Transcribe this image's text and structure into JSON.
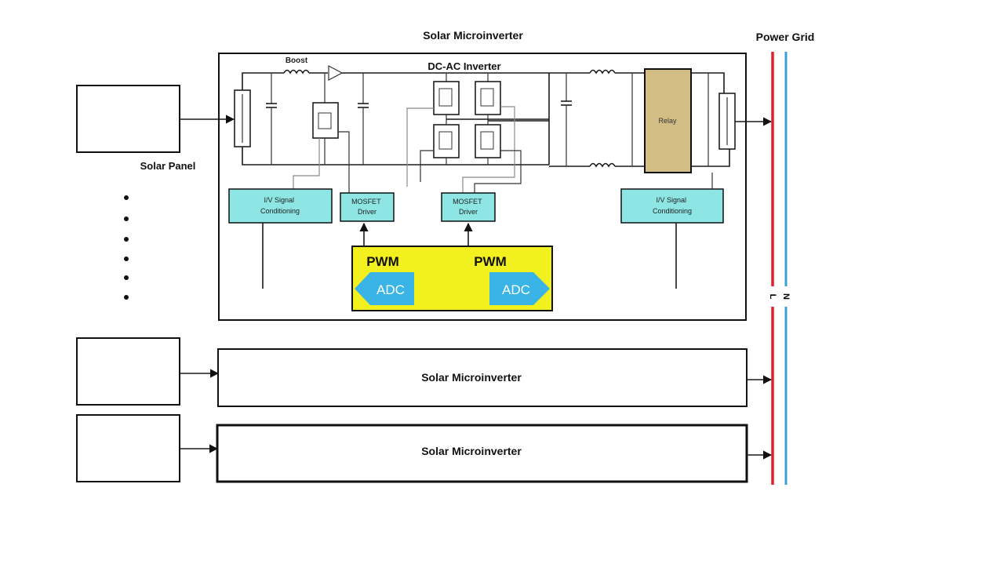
{
  "title": "Solar Microinverter",
  "grid": {
    "label": "Power Grid",
    "line_label": "L",
    "neutral_label": "N",
    "line_color": "#e0202a",
    "neutral_color": "#3aa0d8"
  },
  "panel": {
    "label": "Solar Panel",
    "continuation_dots": 6
  },
  "boost_label": "Boost",
  "inverter_label": "DC-AC Inverter",
  "relay_label": "Relay",
  "signal_conditioning_left": [
    "I/V Signal",
    "Conditioning"
  ],
  "signal_conditioning_right": [
    "I/V Signal",
    "Conditioning"
  ],
  "mosfet_driver_left": [
    "MOSFET",
    "Driver"
  ],
  "mosfet_driver_right": [
    "MOSFET",
    "Driver"
  ],
  "controller": {
    "pwm_left": "PWM",
    "pwm_right": "PWM",
    "adc_left": "ADC",
    "adc_right": "ADC",
    "fill_color": "#f2f01e",
    "adc_color": "#3ab4e6"
  },
  "cond_color": "#8de6e3",
  "relay_color": "#d2bd84",
  "microinverters": [
    {
      "label": "Solar Microinverter"
    },
    {
      "label": "Solar Microinverter"
    }
  ]
}
